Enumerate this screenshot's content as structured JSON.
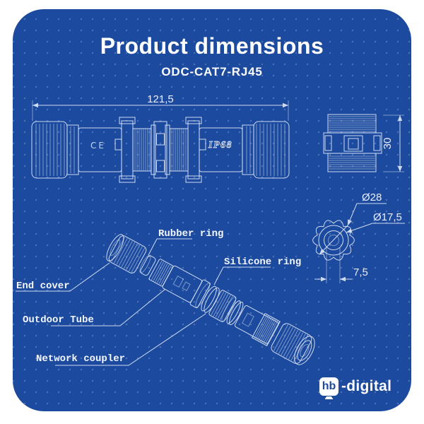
{
  "header": {
    "title": "Product dimensions",
    "subtitle": "ODC-CAT7-RJ45"
  },
  "assembled_view": {
    "length_dim": "121,5",
    "ce_marking": "CE",
    "ip_marking": "IP68"
  },
  "side_view": {
    "height_dim": "30"
  },
  "end_view": {
    "outer_dia": "Ø28",
    "inner_dia": "Ø17,5",
    "cable_dim": "7,5"
  },
  "exploded_view": {
    "labels": {
      "rubber_ring": "Rubber ring",
      "silicone_ring": "Silicone ring",
      "end_cover": "End cover",
      "outdoor_tube": "Outdoor Tube",
      "network_coupler": "Network coupler"
    }
  },
  "logo": {
    "hb": "hb",
    "suffix": "-digital"
  },
  "colors": {
    "card_blue": "#1c4a9e",
    "line_white": "#dde7f8",
    "text_white": "#ffffff"
  }
}
